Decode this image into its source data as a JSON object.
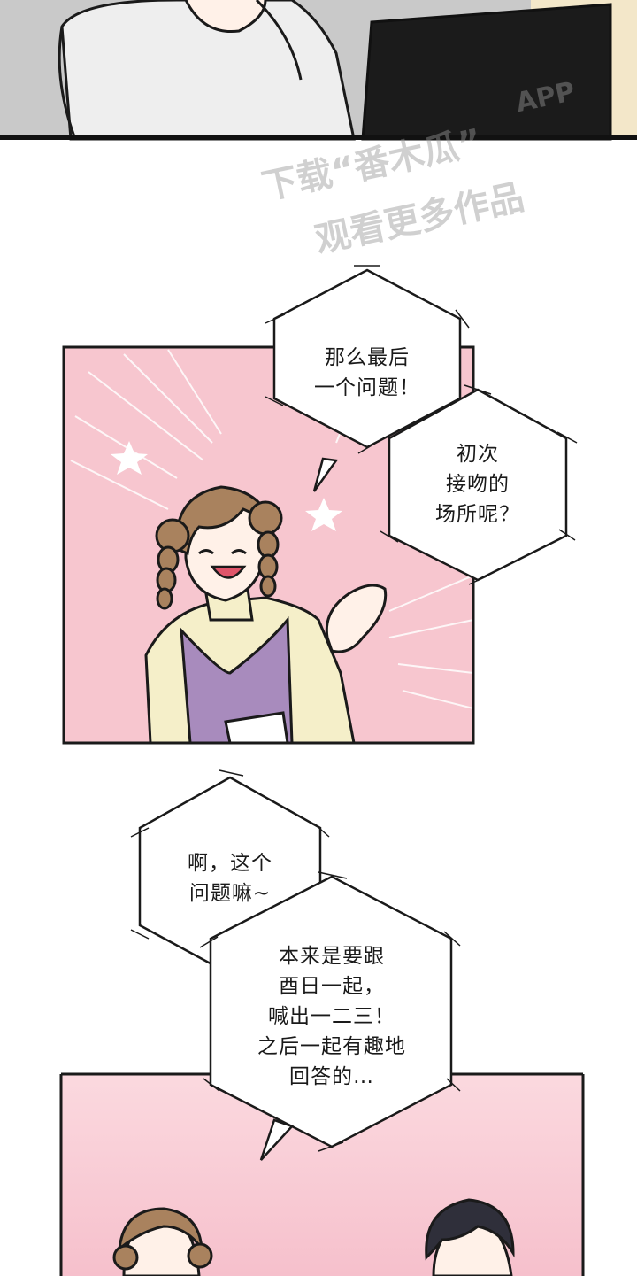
{
  "watermark": {
    "brand": "APP",
    "line1": "下载“番木瓜”",
    "line2": "观看更多作品"
  },
  "bubbles": {
    "q1": [
      "那么最后",
      "一个问题！"
    ],
    "q2": [
      "初次",
      "接吻的",
      "场所呢？"
    ],
    "a1": [
      "啊，这个",
      "问题嘛~"
    ],
    "a2": [
      "本来是要跟",
      "酉日一起，",
      "喊出一二三！",
      "之后一起有趣地",
      "回答的…"
    ]
  },
  "colors": {
    "panel_pink": "#f7c6cf",
    "panel_pink_light": "#fad3da",
    "outline": "#1a1a1a",
    "sweater": "#f5efc9",
    "dress": "#a88bbd",
    "hair": "#a9825e",
    "skin": "#fff1e8",
    "dark_hair": "#2f2f3a"
  }
}
